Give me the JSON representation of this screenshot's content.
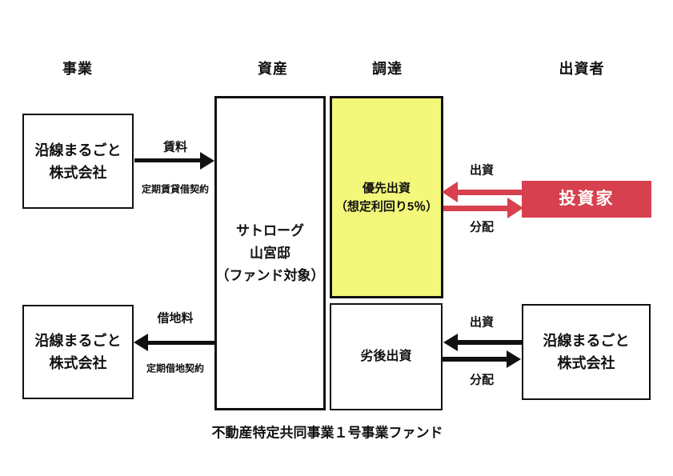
{
  "headers": {
    "business": "事業",
    "asset": "資産",
    "funding": "調達",
    "investors": "出資者"
  },
  "boxes": {
    "business_top": {
      "line1": "沿線まるごと",
      "line2": "株式会社"
    },
    "business_bottom": {
      "line1": "沿線まるごと",
      "line2": "株式会社"
    },
    "asset": {
      "line1": "サトローグ",
      "line2": "山宮邸",
      "line3": "（ファンド対象）"
    },
    "senior_equity": {
      "line1": "優先出資",
      "line2": "（想定利回り5％）"
    },
    "junior_equity": {
      "label": "劣後出資"
    },
    "investor": {
      "label": "投資家"
    },
    "investor_company": {
      "line1": "沿線まるごと",
      "line2": "株式会社"
    }
  },
  "arrows": {
    "rent": {
      "label": "賃料",
      "contract": "定期賃貸借契約"
    },
    "ground_rent": {
      "label": "借地料",
      "contract": "定期借地契約"
    },
    "senior_investment": {
      "label": "出資"
    },
    "senior_distribution": {
      "label": "分配"
    },
    "junior_investment": {
      "label": "出資"
    },
    "junior_distribution": {
      "label": "分配"
    }
  },
  "caption": "不動産特定共同事業１号事業ファンド",
  "colors": {
    "red": "#d7404e",
    "yellow": "#f3f77a"
  }
}
